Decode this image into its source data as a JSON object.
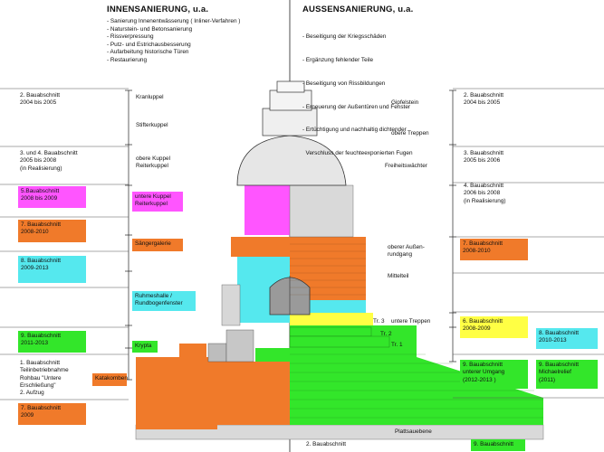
{
  "headers": {
    "left": "INNENSANIERUNG, u.a.",
    "right": "AUSSENSANIERUNG, u.a."
  },
  "inner_items": [
    "- Sanierung Innenentwässerung ( Inliner-Verfahren )",
    "- Naturstein- und Betonsanierung",
    "- Rissverpressung",
    "- Putz- und Estrichausbesserung",
    "- Aufarbeitung historische Türen",
    "- Restaurierung"
  ],
  "outer_items": [
    "- Beseitigung der Kriegsschäden",
    "- Ergänzung fehlender Teile",
    "- Beseitigung von Rissbildungen",
    "- Erneuerung der Außentüren und Fenster",
    "- Ertüchtigung und nachhaltig dichtender",
    "  Verschluss der feuchteexponierten Fugen"
  ],
  "left_stages": [
    {
      "l1": "2. Bauabschnitt",
      "l2": "2004 bis 2005"
    },
    {
      "l1": "3. und 4. Bauabschnitt",
      "l2": "2005 bis 2008",
      "l3": "(in Realisierung)"
    },
    {
      "l1": "5.Bauabschnitt",
      "l2": "2008 bis 2009"
    },
    {
      "l1": "7. Bauabschnitt",
      "l2": "2008-2010"
    },
    {
      "l1": "8. Bauabschnitt",
      "l2": "2009-2013"
    },
    {
      "l1": "9. Bauabschnitt",
      "l2": "2011-2013"
    },
    {
      "l1": "1. Bauabschnitt",
      "l2": "Teilinbetriebnahme",
      "l3": "Rohbau \"Untere",
      "l4": "Erschließung\"",
      "l5": "2. Aufzug"
    },
    {
      "l1": "7. Bauabschnitt",
      "l2": "2009"
    }
  ],
  "right_stages": [
    {
      "l1": "2. Bauabschnitt",
      "l2": "2004 bis 2005"
    },
    {
      "l1": "3. Bauabschnitt",
      "l2": "2005 bis 2006"
    },
    {
      "l1": "4. Bauabschnitt",
      "l2": "2006 bis 2008",
      "l3": "(in Realisierung)"
    },
    {
      "l1": "7. Bauabschnitt",
      "l2": "2008-2010"
    },
    {
      "l1": "6. Bauabschnitt",
      "l2": "2008-2009"
    },
    {
      "l1": "8. Bauabschnitt",
      "l2": "2010-2013"
    },
    {
      "l1": "9. Bauabschnitt",
      "l2": "unterer Umgang",
      "l3": "(2012-2013 )"
    },
    {
      "l1": "9. Bauabschnitt",
      "l2": "Michaelrelief",
      "l3": "(2011)"
    }
  ],
  "inner_zones": [
    "Kranluppel",
    "Stifterkuppel",
    "obere Kuppel",
    "Reiterkuppel",
    "untere Kuppel",
    "Reiterkuppel",
    "Sängergalerie",
    "Ruhmeshalle /",
    "Rundbogenfenster",
    "Krypta",
    "Katakomben"
  ],
  "outer_zones": [
    "Gipfelstein",
    "obere Treppen",
    "Freiheitswächter",
    "oberer Außen-",
    "rundgang",
    "Mittelteil",
    "untere Treppen"
  ],
  "tiers": [
    "Tr. 3",
    "Tr. 2",
    "Tr. 1"
  ],
  "bottom": {
    "stage_left": "2. Bauabschnitt",
    "platform": "Plattsauebene",
    "stage_right": "9. Bauabschnitt"
  },
  "colors": {
    "magenta": "#ff55ff",
    "orange": "#f07a2a",
    "cyan": "#55e8ee",
    "green": "#33e62a",
    "yellow": "#ffff44"
  }
}
